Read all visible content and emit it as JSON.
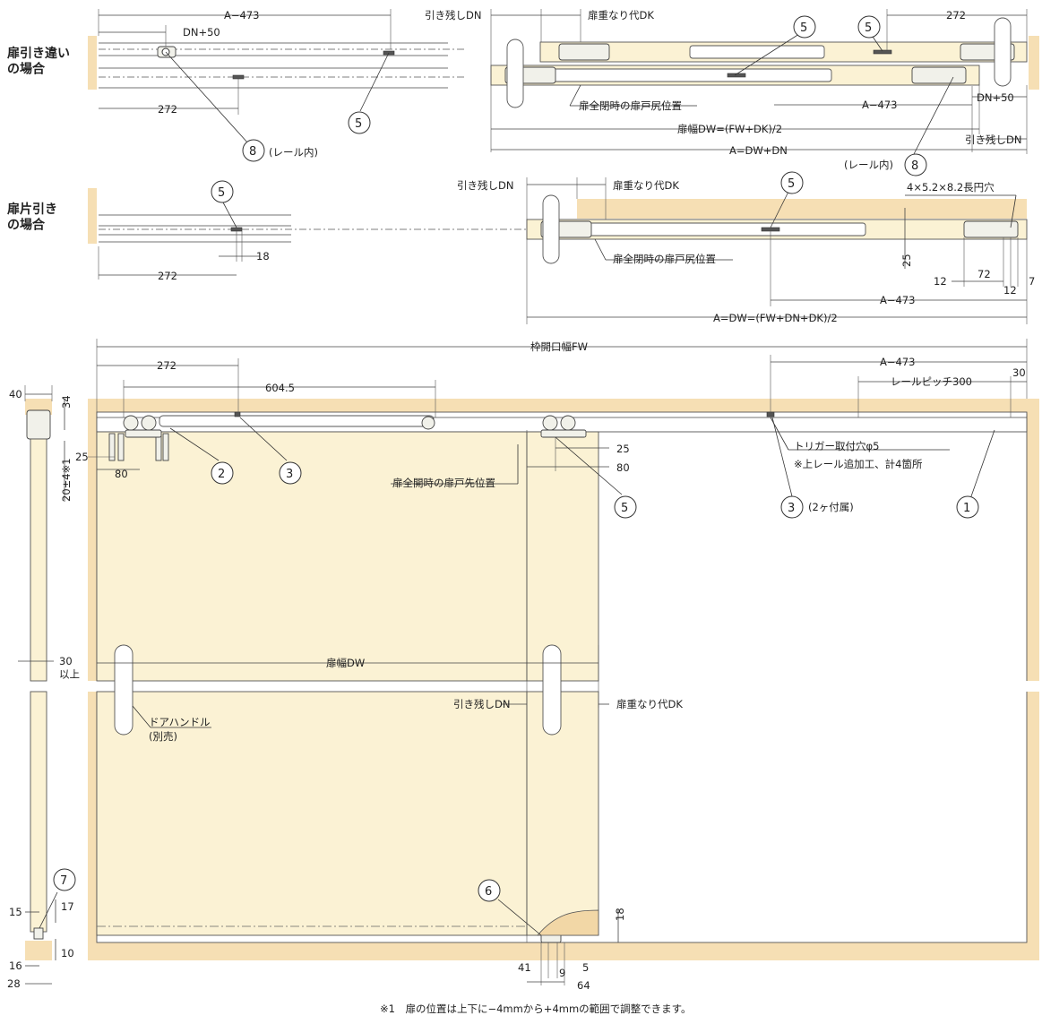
{
  "sections": {
    "bi_parting": "扉引き違い\nの場合",
    "single": "扉片引き\nの場合"
  },
  "dims": {
    "a473": "A−473",
    "dn50": "DN+50",
    "d272": "272",
    "nokoshi": "引き残しDN",
    "kasanari": "扉重なり代DK",
    "closed_tail": "扉全閉時の扉戸尻位置",
    "dw_fw_dk": "扉幅DW=(FW+DK)/2",
    "a_dw_dn": "A=DW+DN",
    "in_rail": "(レール内)",
    "slot": "4×5.2×8.2長円穴",
    "d25": "25",
    "d12": "12",
    "d72": "72",
    "d7": "7",
    "d18": "18",
    "a_dw_fw_dn_dk": "A=DW=(FW+DN+DK)/2",
    "frame_fw": "枠開口幅FW",
    "d604": "604.5",
    "rail_pitch": "レールピッチ300",
    "d30": "30",
    "d40": "40",
    "d34": "34",
    "d80": "80",
    "d20": "20±4※1",
    "d30up": "30\n以上",
    "closed_tip": "扉全開時の扉戸先位置",
    "trigger": "トリガー取付穴φ5",
    "trigger_note": "※上レール追加工、計4箇所",
    "qty2": "(2ヶ付属)",
    "door_width": "扉幅DW",
    "handle": "ドアハンドル",
    "handle_sep": "(別売)",
    "d15": "15",
    "d17": "17",
    "d10": "10",
    "d16": "16",
    "d28": "28",
    "d41": "41",
    "d9": "9",
    "d5": "5",
    "d64": "64"
  },
  "bubbles": [
    "1",
    "2",
    "3",
    "5",
    "6",
    "7",
    "8"
  ],
  "footnote": "※1　扉の位置は上下に−4mmから+4mmの範囲で調整できます。"
}
